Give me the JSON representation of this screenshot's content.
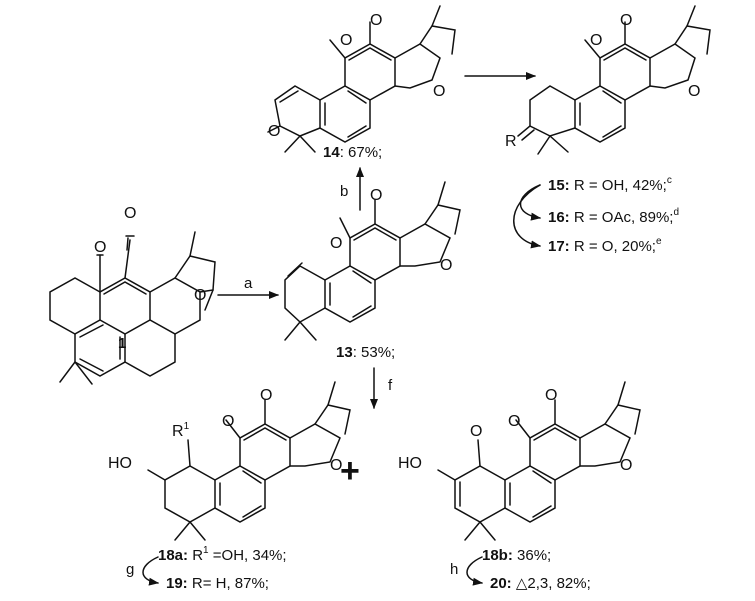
{
  "atoms": {
    "oxygen": "O",
    "ring_oxygen": "O",
    "hydroxyl": "HO",
    "r_group": "R",
    "r1_group": "R",
    "r1_superscript": "1"
  },
  "compounds": {
    "c1": {
      "id": "1"
    },
    "c13": {
      "id": "13",
      "yield": ": 53%;"
    },
    "c14": {
      "id": "14",
      "yield": ": 67%;"
    },
    "c15": {
      "id": "15:",
      "text": " R = OH, 42%;",
      "note": "c"
    },
    "c16": {
      "id": "16:",
      "text": " R = OAc, 89%;",
      "note": "d"
    },
    "c17": {
      "id": "17:",
      "text": " R = O, 20%;",
      "note": "e"
    },
    "c18a": {
      "id": "18a:",
      "r": " R",
      "sup": "1",
      "text": " =OH, 34%;"
    },
    "c18b": {
      "id": "18b:",
      "text": " 36%;"
    },
    "c19": {
      "id": "19:",
      "text": " R= H, 87%;"
    },
    "c20": {
      "id": "20:",
      "text": "  △2,3, 82%;"
    }
  },
  "steps": {
    "a": "a",
    "b": "b",
    "f": "f",
    "g": "g",
    "h": "h"
  },
  "plus_sign": "+"
}
